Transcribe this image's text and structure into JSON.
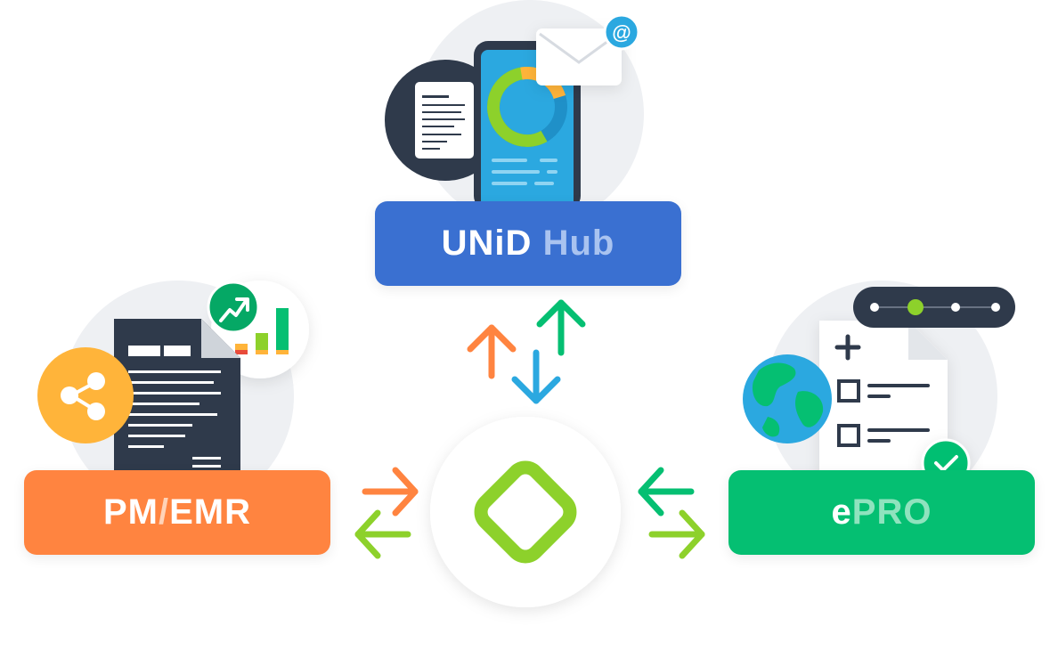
{
  "hub": {
    "label_main": "UNiD",
    "label_sub": "Hub",
    "badge": "@"
  },
  "pm": {
    "label_main": "PM",
    "label_sep": "/",
    "label_sub": "EMR"
  },
  "epro": {
    "label_main": "e",
    "label_sub": "PRO"
  },
  "colors": {
    "hub_blue": "#3a70d1",
    "pm_orange": "#ff8440",
    "epro_green": "#05bf72",
    "lime": "#8dd12b",
    "sky": "#2ba8e0",
    "dark": "#2f3a4b"
  }
}
